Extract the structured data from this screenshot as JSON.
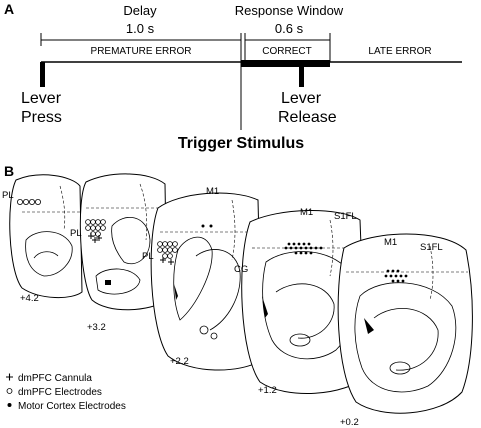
{
  "panel_a": {
    "letter": "A",
    "delay_label": "Delay",
    "delay_value": "1.0 s",
    "response_window_label": "Response Window",
    "response_window_value": "0.6 s",
    "segments": [
      "PREMATURE ERROR",
      "CORRECT",
      "LATE ERROR"
    ],
    "lever_press_line1": "Lever",
    "lever_press_line2": "Press",
    "lever_release_line1": "Lever",
    "lever_release_line2": "Release",
    "trigger_title": "Trigger Stimulus"
  },
  "panel_b": {
    "letter": "B",
    "region_labels": {
      "pl_1": "PL",
      "pl_2": "PL",
      "pl_3": "PL",
      "cg": "CG",
      "m1_1": "M1",
      "m1_2": "M1",
      "m1_3": "M1",
      "s1fl_1": "S1FL",
      "s1fl_2": "S1FL"
    },
    "coordinates": [
      "+4.2",
      "+3.2",
      "+2.2",
      "+1.2",
      "+0.2"
    ],
    "legend": {
      "cannula": "dmPFC Cannula",
      "dmpfc_electrodes": "dmPFC Electrodes",
      "motor_electrodes": "Motor Cortex Electrodes"
    }
  }
}
